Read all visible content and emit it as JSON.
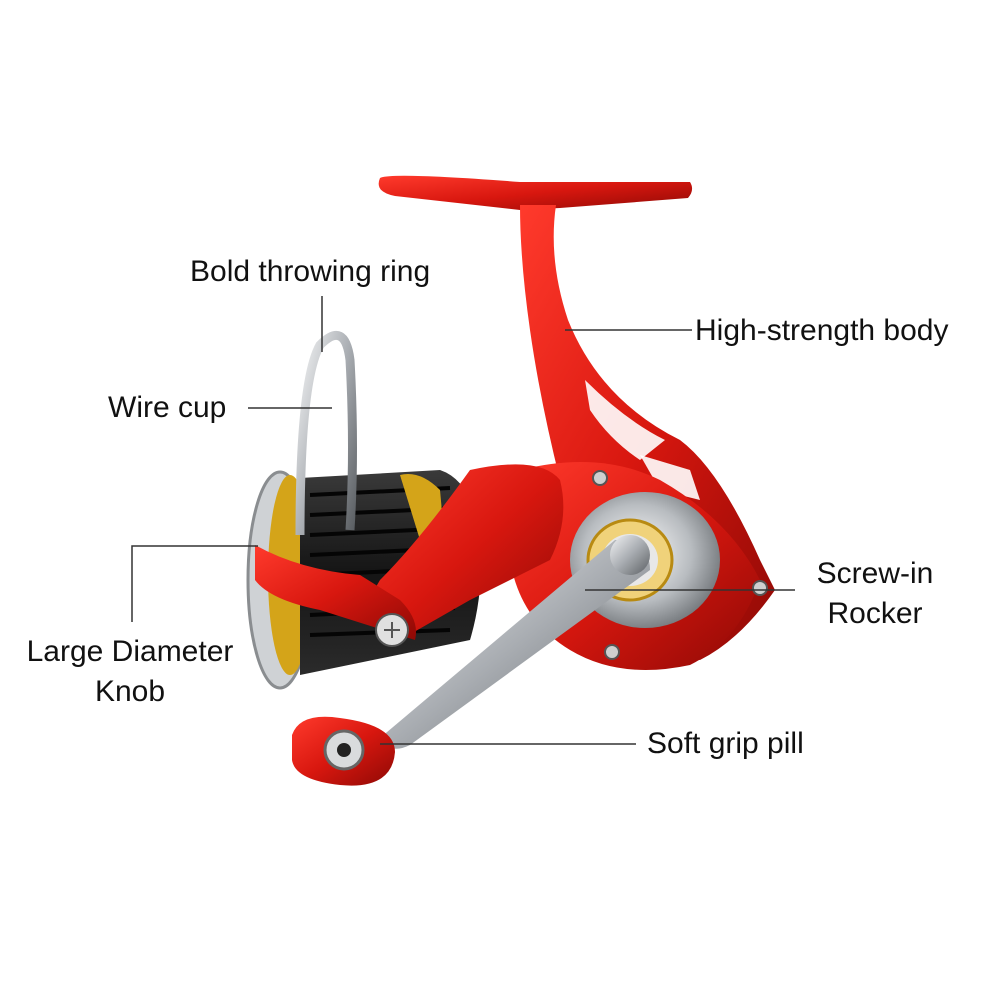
{
  "callouts": {
    "throwing_ring": "Bold throwing ring",
    "body": "High-strength body",
    "wire_cup": "Wire cup",
    "rocker_line1": "Screw-in",
    "rocker_line2": "Rocker",
    "knob_line1": "Large Diameter",
    "knob_line2": "Knob",
    "grip": "Soft grip pill"
  },
  "colors": {
    "reel_red": "#d8170f",
    "reel_dark_red": "#9e0c08",
    "gold": "#d4a419",
    "spool_black": "#1c1c1c",
    "silver": "#bfc3c7",
    "leader_line": "#333333"
  },
  "icons": {
    "product": "spinning-reel-illustration"
  }
}
